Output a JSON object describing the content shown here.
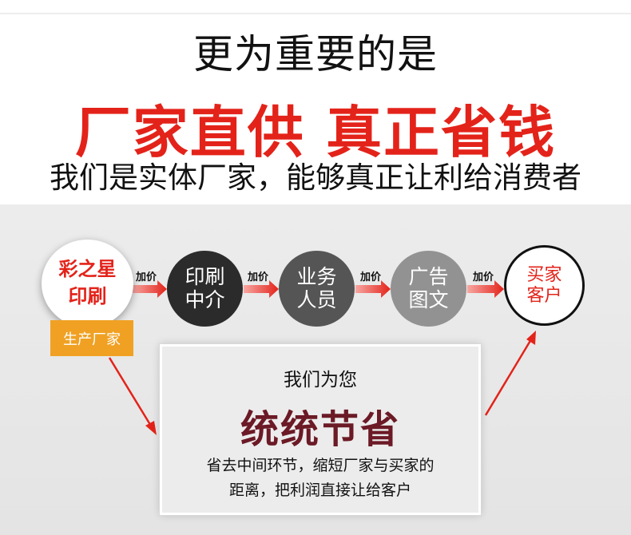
{
  "header": {
    "line1": "更为重要的是",
    "line2": "厂家直供 真正省钱",
    "line3": "我们是实体厂家，能够真正让利给消费者"
  },
  "flow": {
    "factory_line1": "彩之星",
    "factory_line2": "印刷",
    "factory_badge": "生产厂家",
    "markup_label": "加价",
    "middleman_line1": "印刷",
    "middleman_line2": "中介",
    "sales_line1": "业务",
    "sales_line2": "人员",
    "ad_line1": "广告",
    "ad_line2": "图文",
    "buyer_line1": "买家",
    "buyer_line2": "客户"
  },
  "savings_box": {
    "title": "我们为您",
    "headline": "统统节省",
    "desc_line1": "省去中间环节，缩短厂家与买家的",
    "desc_line2": "距离，把利润直接让给客户"
  },
  "colors": {
    "accent_red": "#e3231a",
    "badge_orange": "#f0a123",
    "headline_maroon": "#6b1a26"
  }
}
